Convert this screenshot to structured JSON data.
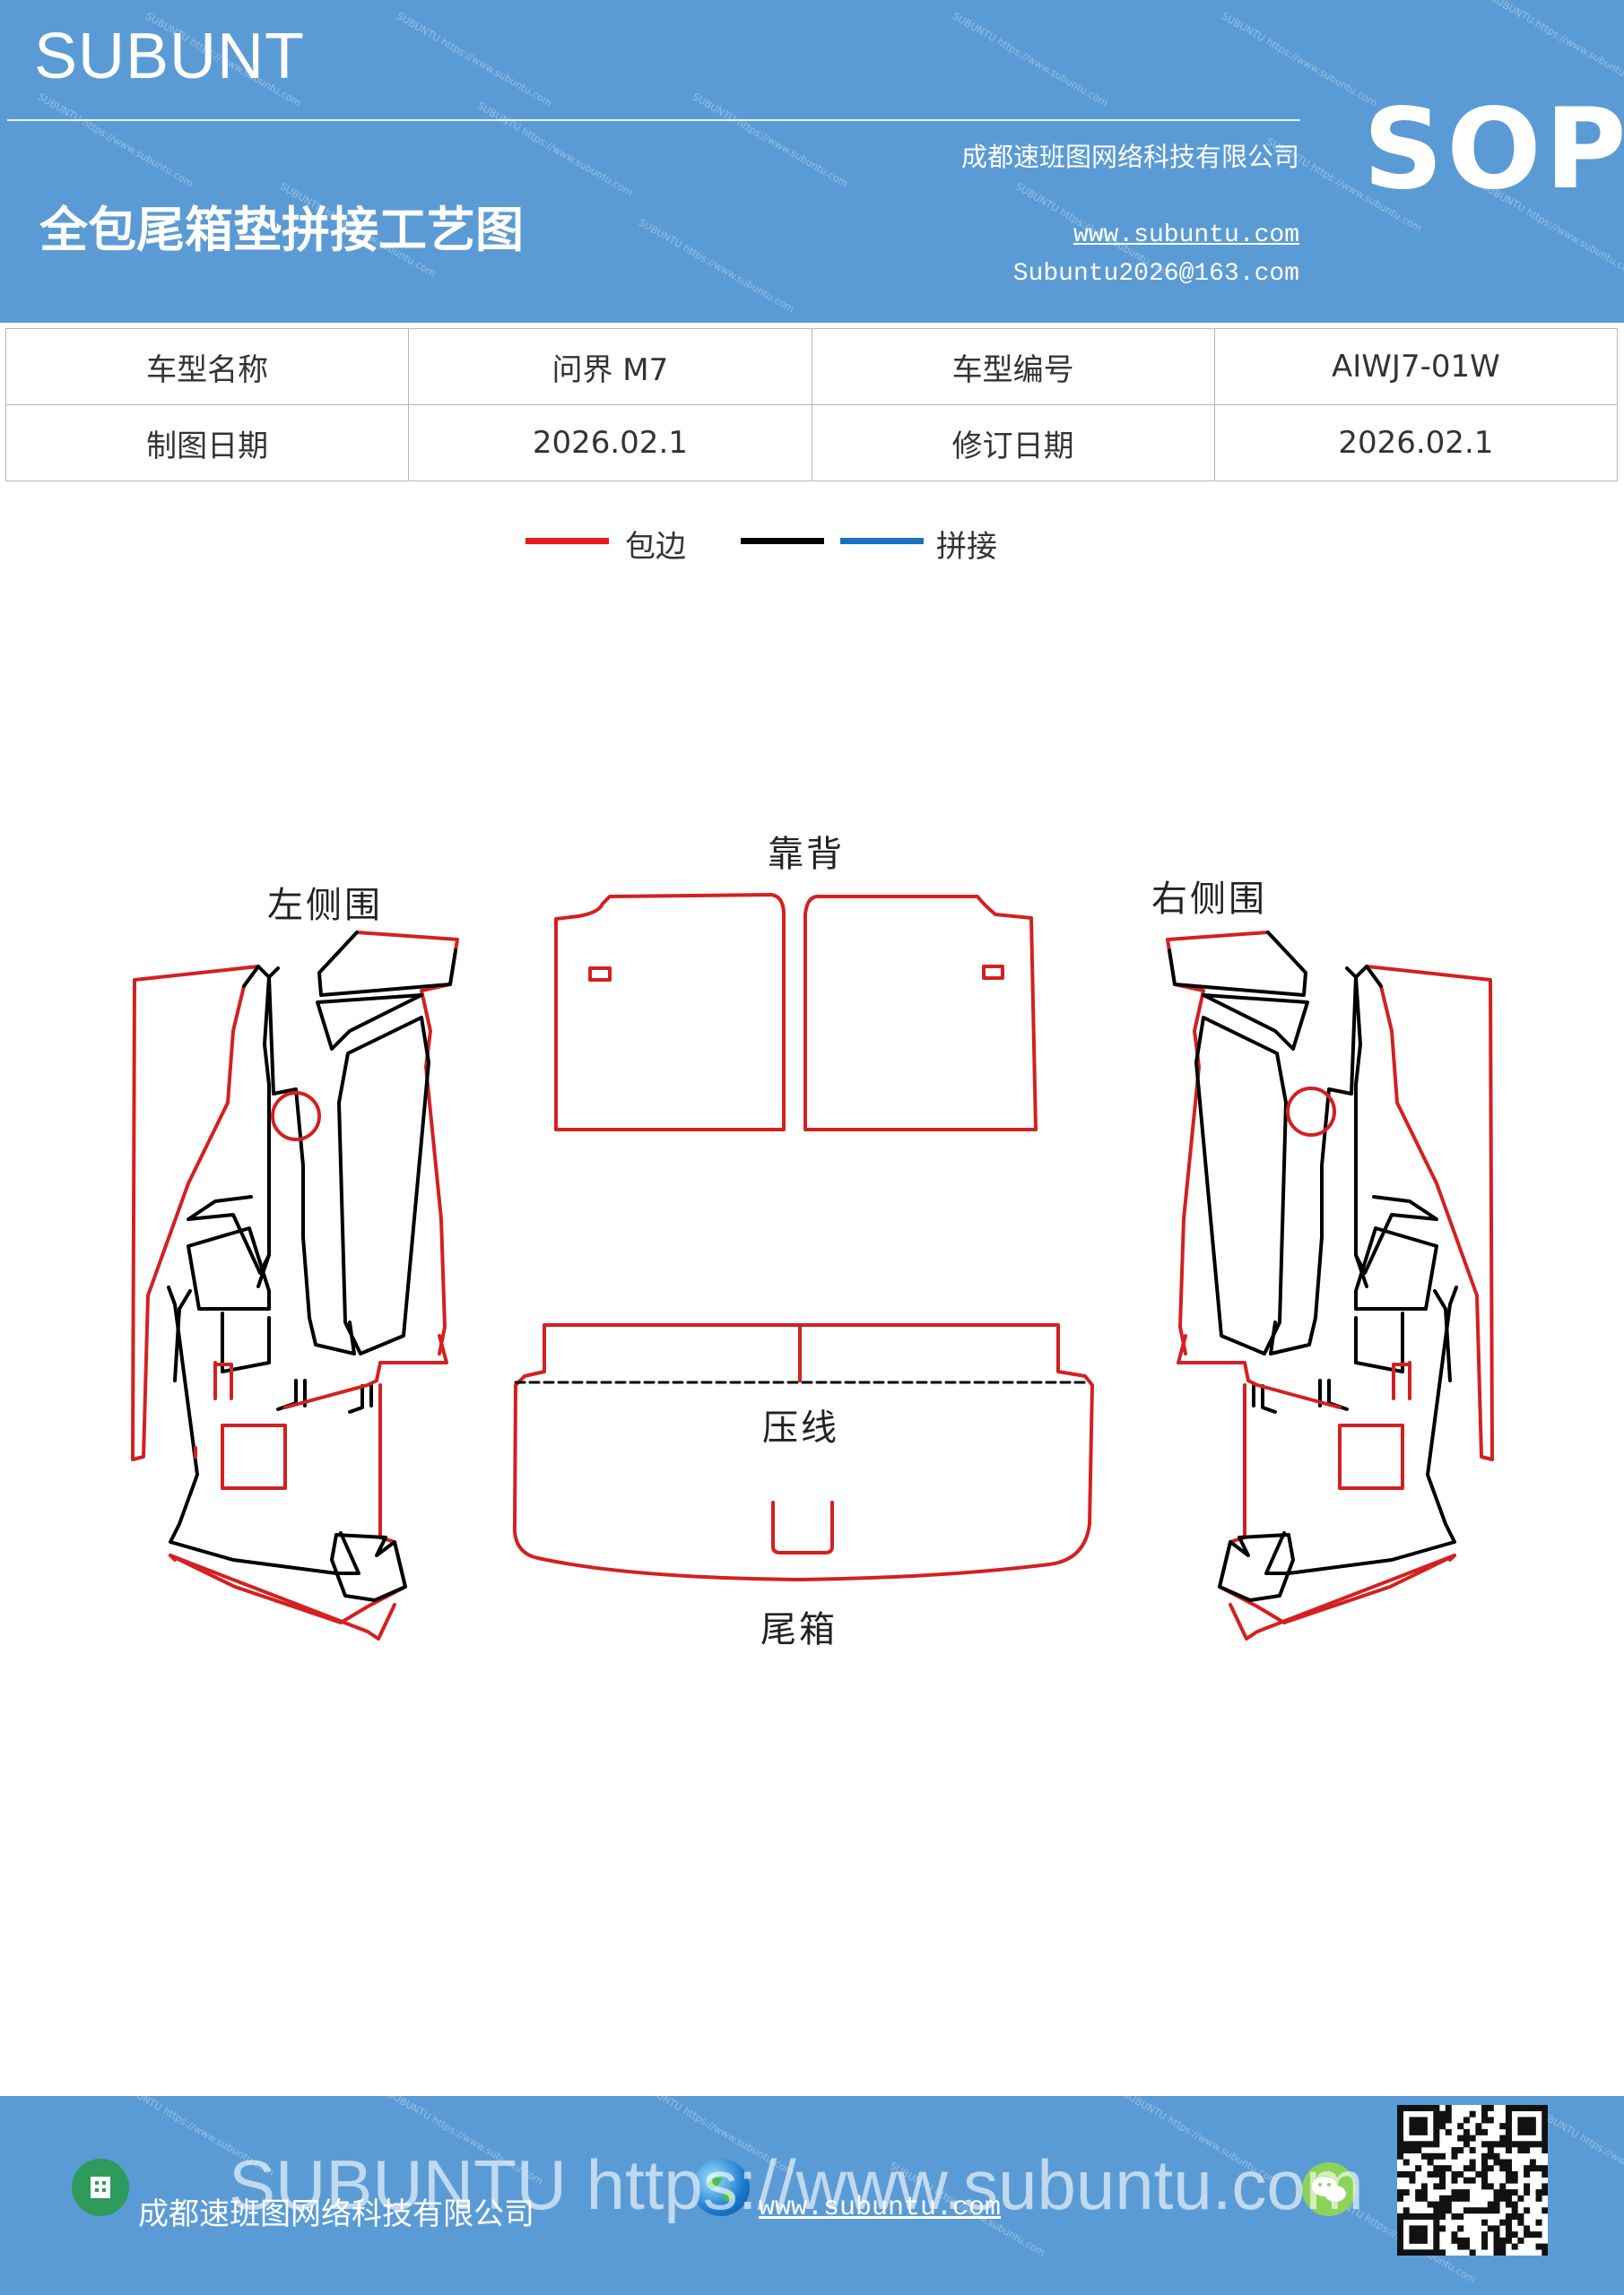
{
  "header": {
    "brand": "SUBUNT",
    "title": "全包尾箱垫拼接工艺图",
    "company": "成都速班图网络科技有限公司",
    "website": "www.subuntu.com",
    "email": "Subuntu2026@163.com",
    "badge": "SOP",
    "watermark": "SUBUNTU https://www.subuntu.com"
  },
  "info_table": {
    "rows": [
      [
        "车型名称",
        "问界 M7",
        "车型编号",
        "AIWJ7-01W"
      ],
      [
        "制图日期",
        "2026.02.1",
        "修订日期",
        "2026.02.1"
      ]
    ]
  },
  "legend": {
    "items": [
      {
        "label": "包边",
        "color": "#e31b1b"
      },
      {
        "label": "",
        "color": "#000000"
      },
      {
        "label": "拼接",
        "color": "#1a6fc4"
      }
    ]
  },
  "diagram": {
    "labels": {
      "left_side": "左侧围",
      "backrest": "靠背",
      "right_side": "右侧围",
      "crease": "压线",
      "trunk": "尾箱"
    },
    "colors": {
      "edge": "#d42020",
      "seam": "#000000"
    }
  },
  "footer": {
    "company": "成都速班图网络科技有限公司",
    "website": "www.subuntu.com",
    "watermark": "SUBUNTU https://www.subuntu.com"
  }
}
